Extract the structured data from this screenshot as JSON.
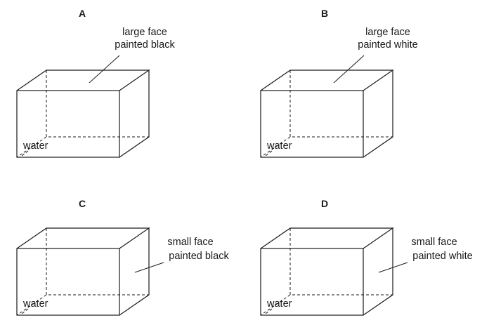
{
  "panels": [
    {
      "id": "A",
      "label": "A",
      "annotation_line1": "large face",
      "annotation_line2": "painted black",
      "water_label": "water",
      "face": "top"
    },
    {
      "id": "B",
      "label": "B",
      "annotation_line1": "large face",
      "annotation_line2": "painted white",
      "water_label": "water",
      "face": "top"
    },
    {
      "id": "C",
      "label": "C",
      "annotation_line1": "small face",
      "annotation_line2": "painted black",
      "water_label": "water",
      "face": "side"
    },
    {
      "id": "D",
      "label": "D",
      "annotation_line1": "small face",
      "annotation_line2": "painted white",
      "water_label": "water",
      "face": "side"
    }
  ]
}
